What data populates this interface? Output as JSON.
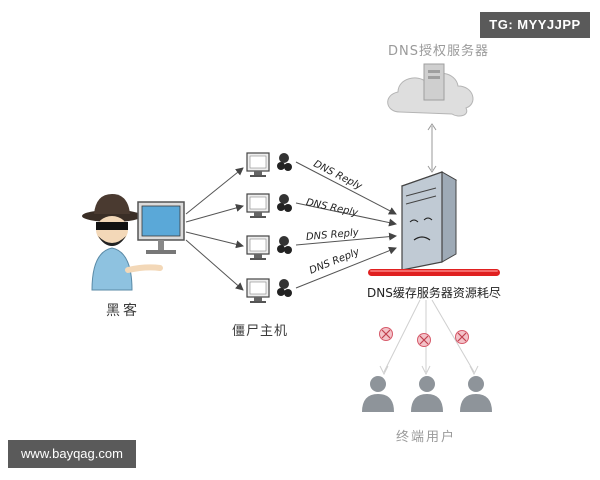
{
  "badges": {
    "tg": "TG: MYYJJPP",
    "website": "www.bayqag.com"
  },
  "labels": {
    "auth_server": "DNS授权服务器",
    "hacker": "黑客",
    "botnet": "僵尸主机",
    "cache_server": "DNS缓存服务器资源耗尽",
    "end_users": "终端用户"
  },
  "replies": [
    "DNS Reply",
    "DNS Reply",
    "DNS Reply",
    "DNS Reply"
  ],
  "icons": [
    "cloud-server-icon",
    "hacker-icon",
    "monitor-icon",
    "zombie-icon",
    "server-icon",
    "blocked-icon",
    "user-icon"
  ],
  "colors": {
    "exhaustion_bar": "#e02020",
    "blocked": "#d65a6a",
    "cloud": "#d9d9d9",
    "user": "#8e949a"
  }
}
